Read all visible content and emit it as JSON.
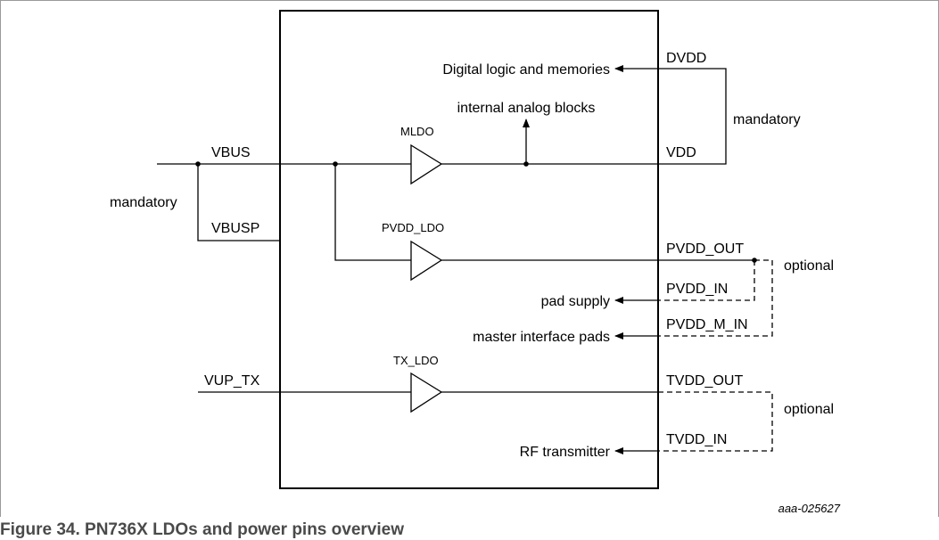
{
  "diagram": {
    "inputs": {
      "vbus": "VBUS",
      "vbusp": "VBUSP",
      "vup_tx": "VUP_TX",
      "mandatory": "mandatory"
    },
    "ldos": {
      "mldo": "MLDO",
      "pvdd_ldo": "PVDD_LDO",
      "tx_ldo": "TX_LDO"
    },
    "pins": {
      "dvdd": "DVDD",
      "vdd": "VDD",
      "pvdd_out": "PVDD_OUT",
      "pvdd_in": "PVDD_IN",
      "pvdd_m_in": "PVDD_M_IN",
      "tvdd_out": "TVDD_OUT",
      "tvdd_in": "TVDD_IN"
    },
    "internal": {
      "digital": "Digital logic and memories",
      "analog": "internal analog blocks",
      "pad_supply": "pad supply",
      "master_pads": "master interface pads",
      "rf": "RF transmitter"
    },
    "notes": {
      "mandatory": "mandatory",
      "optional_pvdd": "optional",
      "optional_tvdd": "optional"
    },
    "ref": "aaa-025627"
  },
  "caption": "Figure 34.  PN736X LDOs and power pins overview"
}
